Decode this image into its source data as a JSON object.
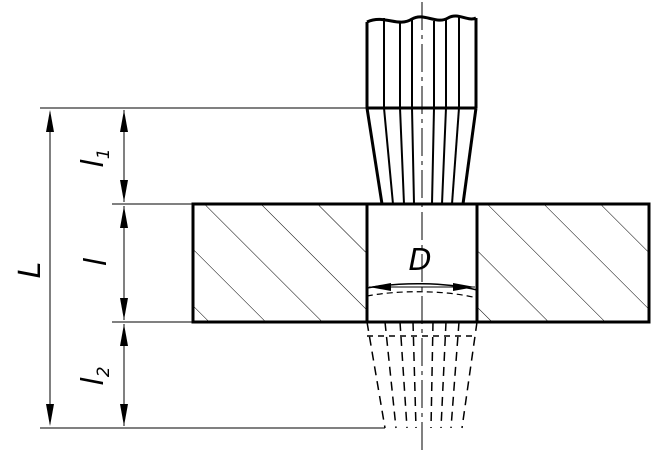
{
  "labels": {
    "overall_length": "L",
    "entry_length_letter": "l",
    "entry_length_sub": "1",
    "plate_thickness": "l",
    "exit_length_letter": "l",
    "exit_length_sub": "2",
    "bore_diameter": "D"
  },
  "colors": {
    "line": "#000000",
    "background": "#ffffff"
  }
}
